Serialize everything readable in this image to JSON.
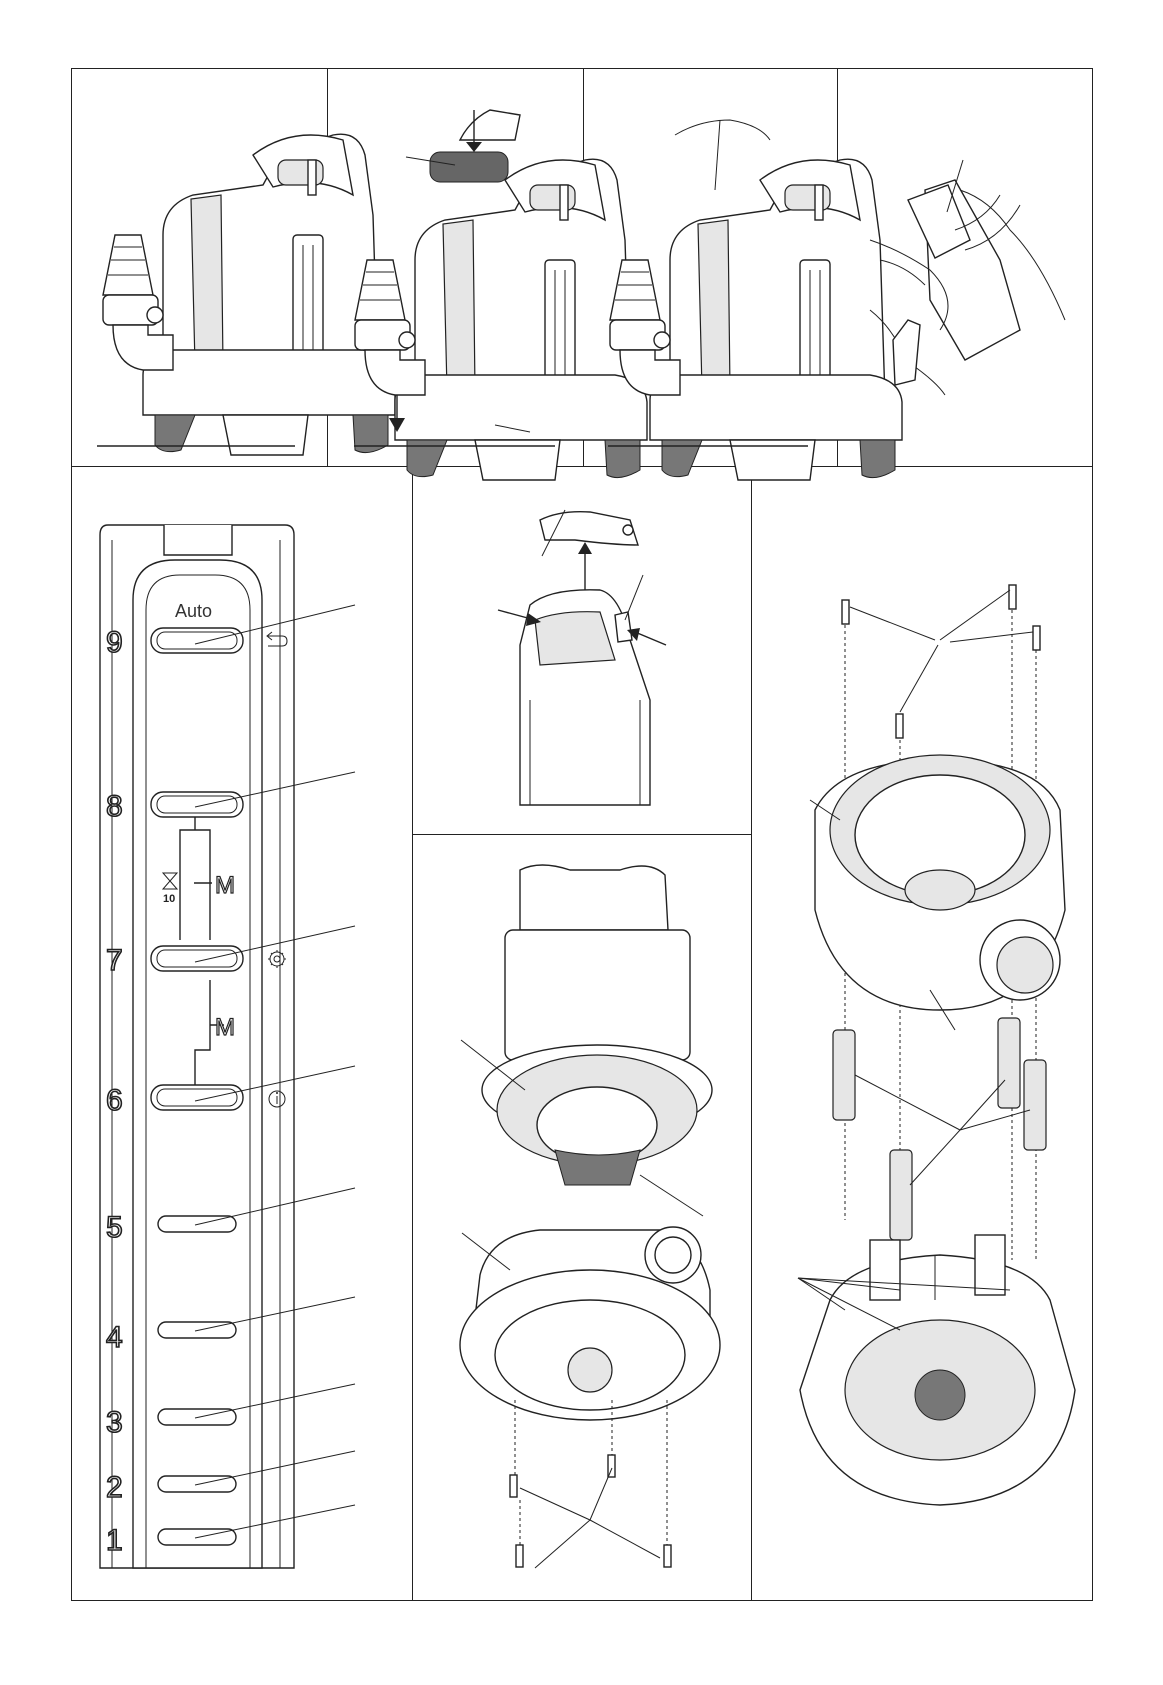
{
  "control_panel": {
    "auto_label": "Auto",
    "numbers": [
      "9",
      "8",
      "7",
      "6",
      "5",
      "4",
      "3",
      "2",
      "1"
    ],
    "mode_label_upper": "M",
    "mode_label_lower": "M",
    "timer_label": "10"
  },
  "icons": {
    "back": "return-arrow-icon",
    "settings": "gear-icon",
    "info": "info-icon",
    "timer": "hourglass-icon"
  }
}
